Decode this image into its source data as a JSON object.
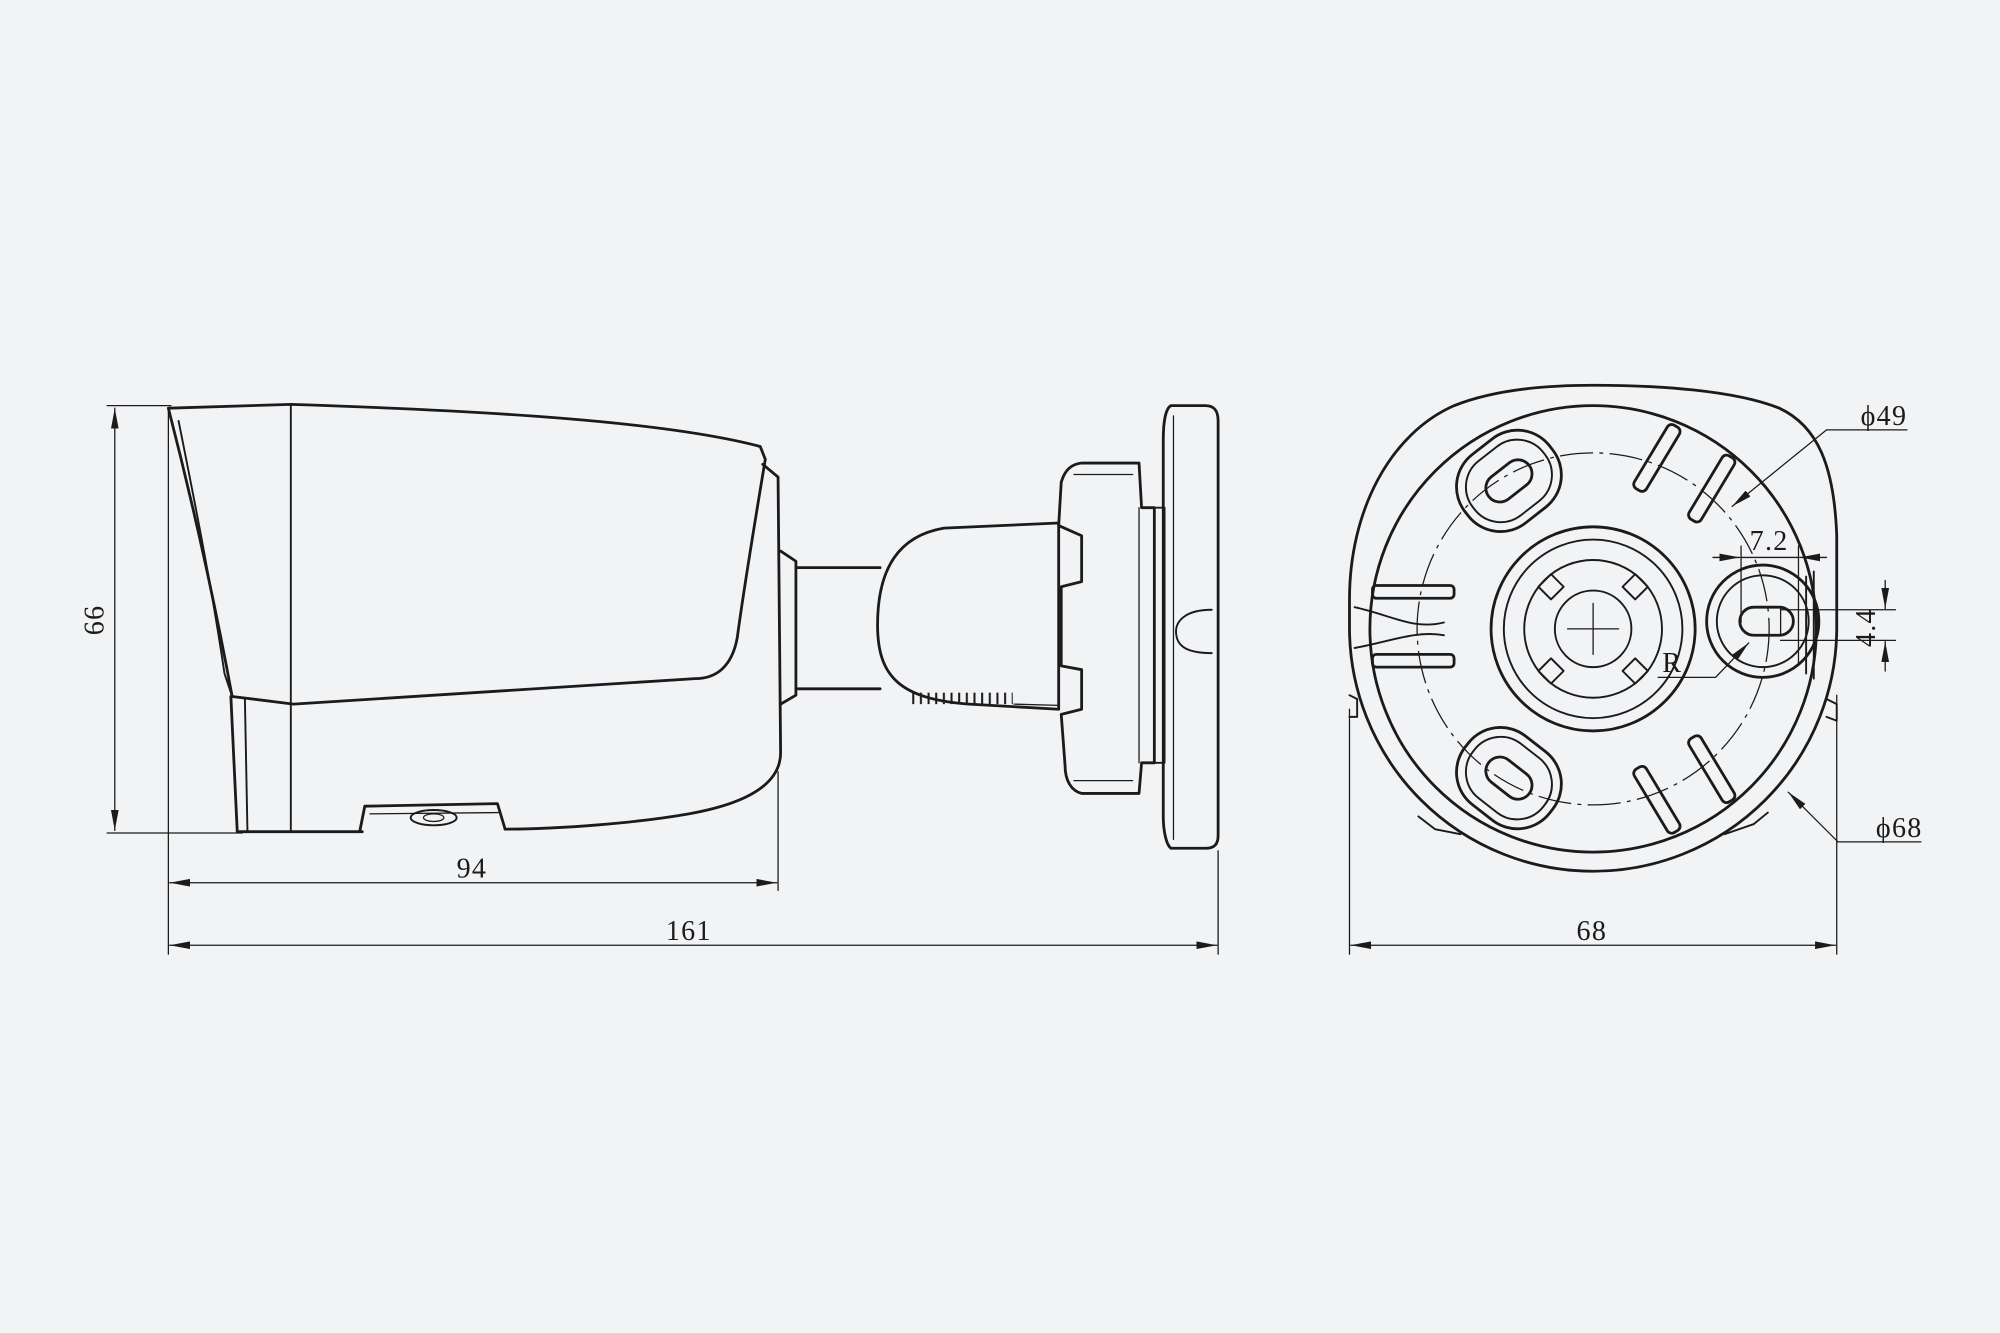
{
  "colors": {
    "background": "#f2f3f5",
    "line": "#1b1b1b"
  },
  "side_view": {
    "height_label": "66",
    "body_length_label": "94",
    "total_length_label": "161"
  },
  "rear_view": {
    "width_label": "68",
    "bolt_circle_label": "ϕ49",
    "outer_diameter_label": "ϕ68",
    "slot_width_label": "7.2",
    "slot_height_label": "4.4",
    "radius_label": "R"
  }
}
